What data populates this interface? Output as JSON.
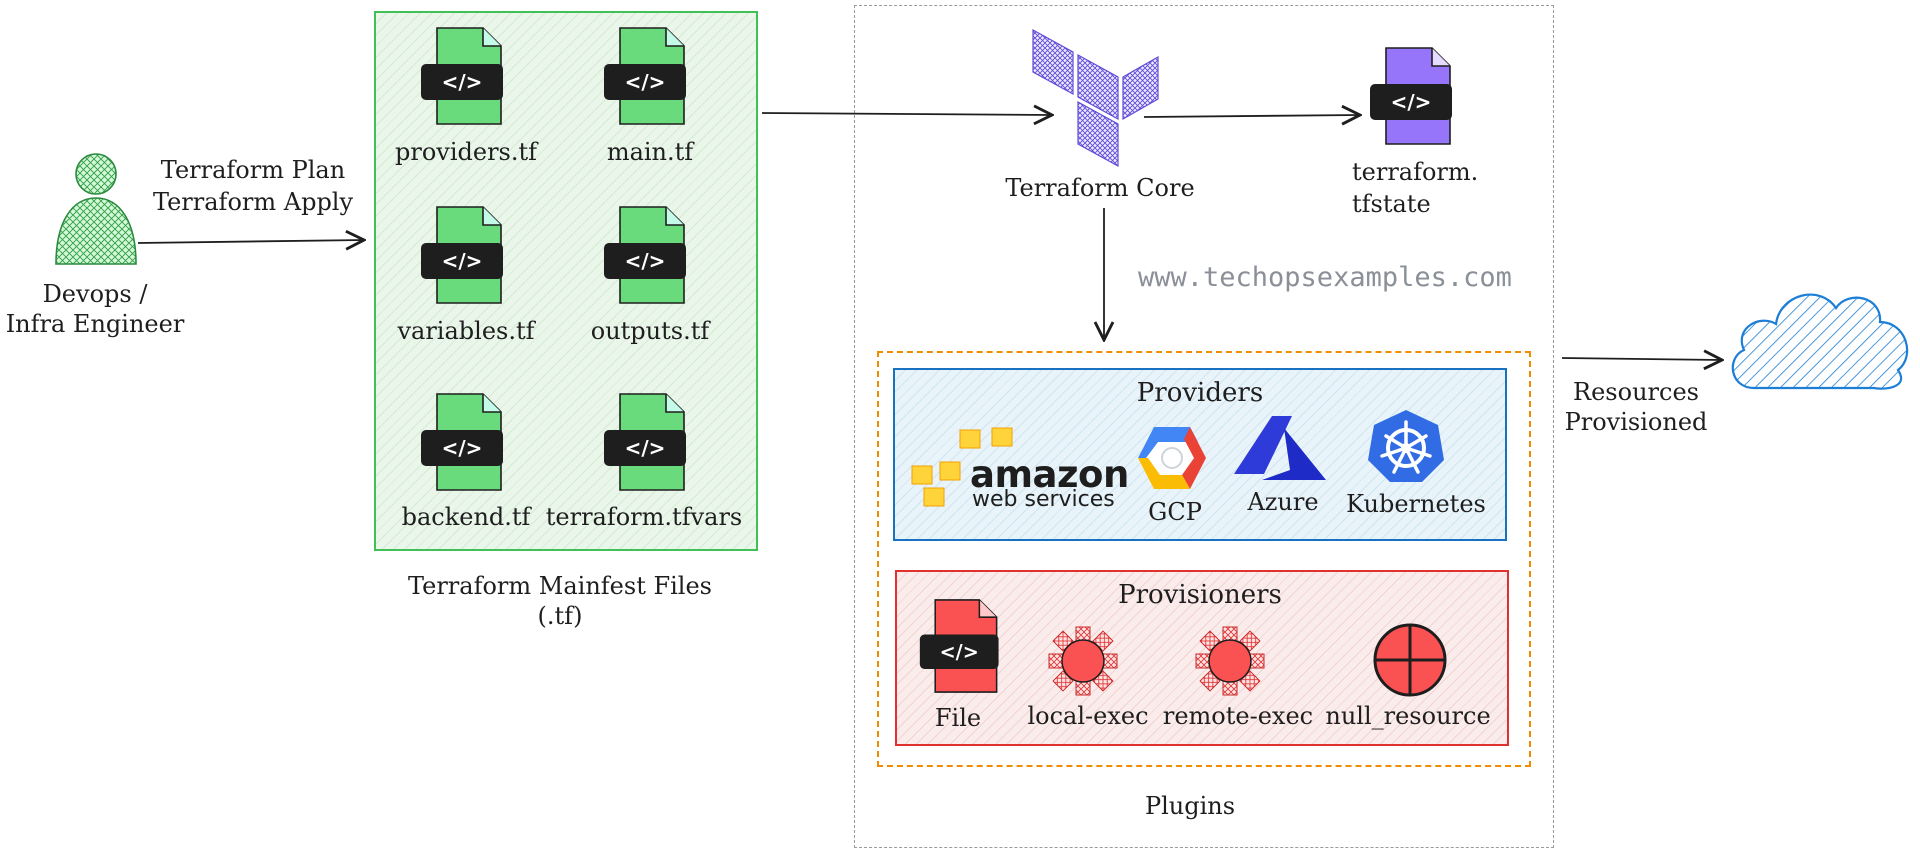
{
  "engineer": {
    "label_line1": "Devops /",
    "label_line2": "Infra Engineer"
  },
  "commands": {
    "line1": "Terraform Plan",
    "line2": "Terraform Apply"
  },
  "manifest": {
    "files": [
      "providers.tf",
      "main.tf",
      "variables.tf",
      "outputs.tf",
      "backend.tf",
      "terraform.tfvars"
    ],
    "caption_line1": "Terraform Mainfest Files",
    "caption_line2": "(.tf)"
  },
  "core": {
    "label": "Terraform Core"
  },
  "state": {
    "label_line1": "terraform.",
    "label_line2": "tfstate"
  },
  "watermark": "www.techopsexamples.com",
  "providers": {
    "title": "Providers",
    "aws_line1": "amazon",
    "aws_line2": "web services",
    "gcp": "GCP",
    "azure": "Azure",
    "kubernetes": "Kubernetes"
  },
  "provisioners": {
    "title": "Provisioners",
    "items": [
      "File",
      "local-exec",
      "remote-exec",
      "null_resource"
    ]
  },
  "plugins": {
    "label": "Plugins"
  },
  "output": {
    "label_line1": "Resources",
    "label_line2": "Provisioned"
  },
  "colors": {
    "green_fill": "#69db7c",
    "green_border": "#40c057",
    "purple_fill": "#9775fa",
    "red_fill": "#fa5252",
    "blue_border": "#1971c2",
    "red_border": "#e03131",
    "orange_border": "#f08c00",
    "terraform_purple": "#7b68ee",
    "cloud_blue": "#1c7ed6",
    "dark": "#1e1e1e"
  }
}
